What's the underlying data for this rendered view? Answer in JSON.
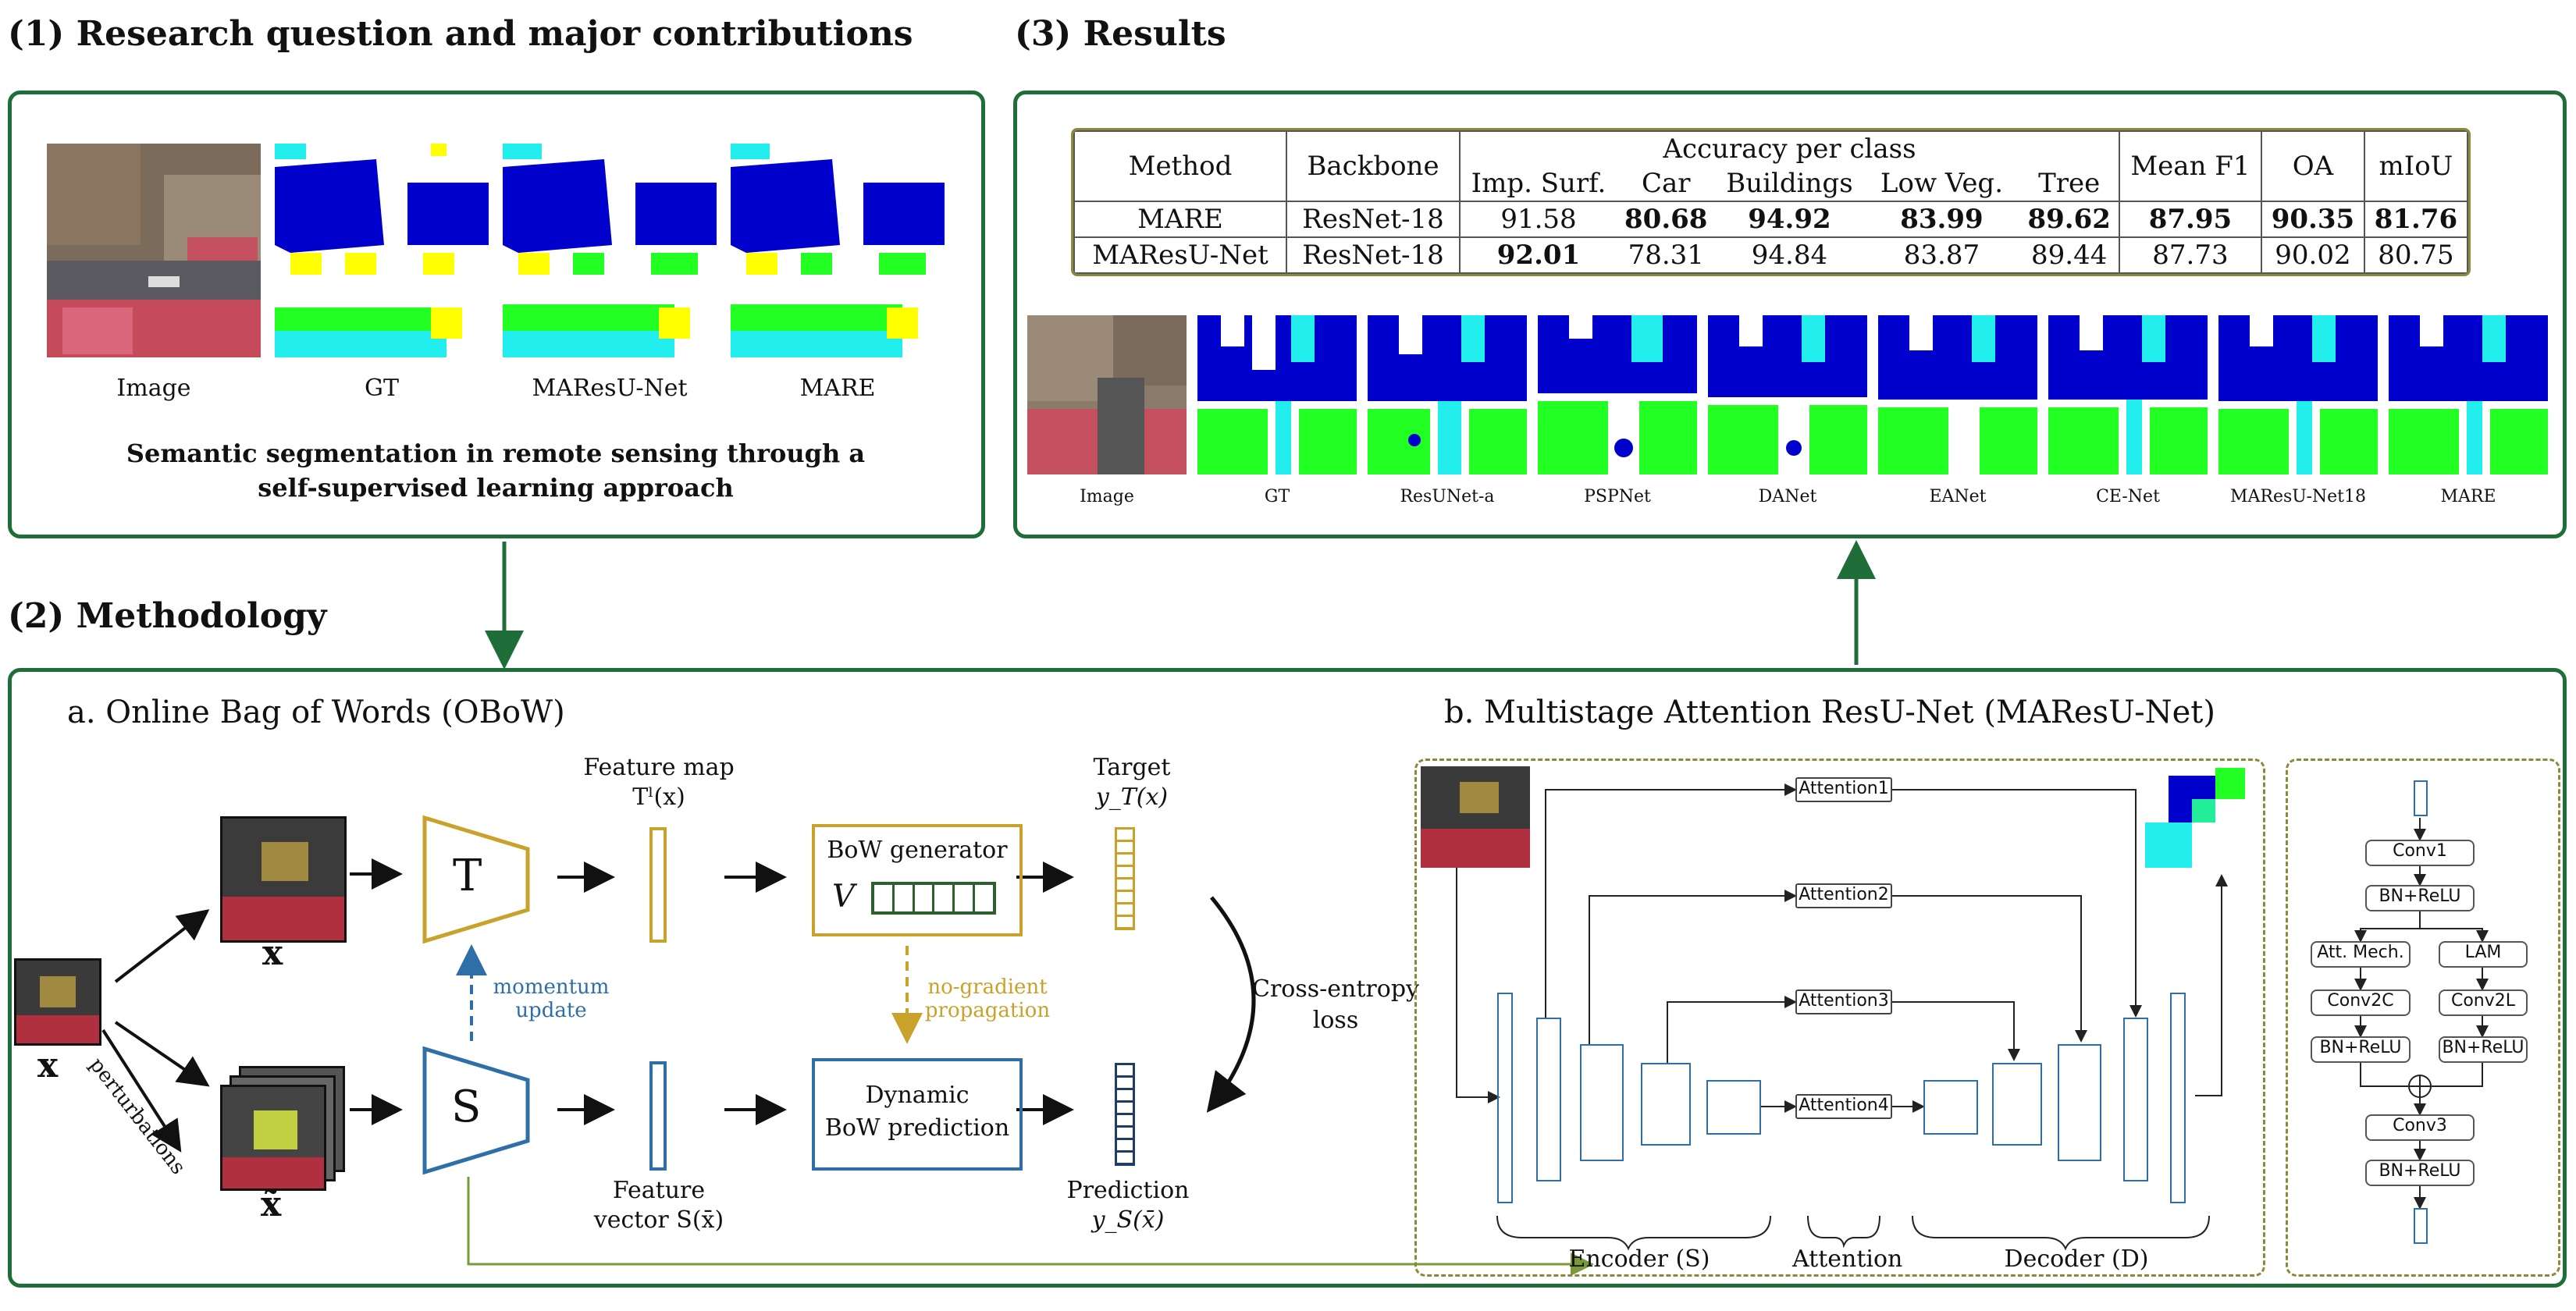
{
  "sections": {
    "s1": "(1) Research question and major contributions",
    "s2": "(2) Methodology",
    "s3": "(3) Results"
  },
  "contrib": {
    "captions": [
      "Image",
      "GT",
      "MAResU-Net",
      "MARE"
    ],
    "text_line1": "Semantic segmentation in remote sensing through a",
    "text_line2": "self-supervised learning approach"
  },
  "results": {
    "table": {
      "h_method": "Method",
      "h_backbone": "Backbone",
      "h_acc": "Accuracy per class",
      "h_classes": [
        "Imp. Surf.",
        "Car",
        "Buildings",
        "Low Veg.",
        "Tree"
      ],
      "h_meanf1": "Mean F1",
      "h_oa": "OA",
      "h_miou": "mIoU",
      "rows": [
        {
          "method": "MARE",
          "backbone": "ResNet-18",
          "vals": [
            "91.58",
            "80.68",
            "94.92",
            "83.99",
            "89.62",
            "87.95",
            "90.35",
            "81.76"
          ]
        },
        {
          "method": "MAResU-Net",
          "backbone": "ResNet-18",
          "vals": [
            "92.01",
            "78.31",
            "94.84",
            "83.87",
            "89.44",
            "87.73",
            "90.02",
            "80.75"
          ]
        }
      ]
    },
    "captions": [
      "Image",
      "GT",
      "ResUNet-a",
      "PSPNet",
      "DANet",
      "EANet",
      "CE-Net",
      "MAResU-Net18",
      "MARE"
    ]
  },
  "obow": {
    "title": "a. Online Bag of Words (OBoW)",
    "x_label": "x",
    "x_tilde": "x̃",
    "perturbations": "perturbations",
    "teacher": "T",
    "student": "S",
    "feature_map": "Feature map",
    "feature_map_sym": "Tˡ(x)",
    "target": "Target",
    "target_sym": "y_T(x)",
    "bow_gen": "BoW generator",
    "V": "V",
    "momentum1": "momentum",
    "momentum2": "update",
    "nograd1": "no-gradient",
    "nograd2": "propagation",
    "dyn1": "Dynamic",
    "dyn2": "BoW prediction",
    "feature_vec": "Feature",
    "feature_vec2": "vector S(x̄)",
    "prediction": "Prediction",
    "prediction_sym": "y_S(x̄)",
    "ce1": "Cross-entropy",
    "ce2": "loss"
  },
  "mares": {
    "title": "b. Multistage Attention ResU-Net (MAResU-Net)",
    "attention": [
      "Attention1",
      "Attention2",
      "Attention3",
      "Attention4"
    ],
    "encoder": "Encoder (S)",
    "attention_label": "Attention",
    "decoder": "Decoder (D)",
    "block": {
      "conv1": "Conv1",
      "bnrelu": "BN+ReLU",
      "att": "Att. Mech.",
      "lam": "LAM",
      "conv2c": "Conv2C",
      "conv2l": "Conv2L",
      "conv3": "Conv3"
    }
  },
  "colors": {
    "green_border": "#1f6e3a",
    "teacher": "#c8a22a",
    "student": "#2f6fa8",
    "bow_green": "#2e5f2e",
    "arrow_green": "#7a9a3a"
  }
}
